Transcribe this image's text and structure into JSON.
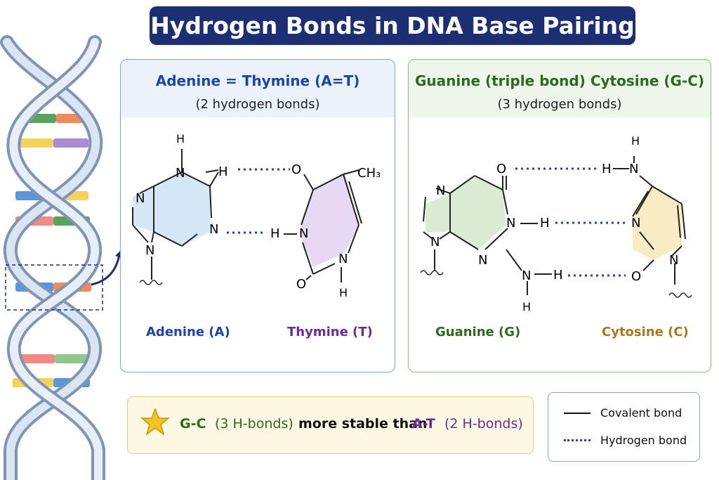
{
  "title": "Hydrogen Bonds in DNA Base Pairing",
  "panel_at": {
    "heading": "Adenine = Thymine (A=T)",
    "subheading": "(2 hydrogen bonds)",
    "label_left": "Adenine (A)",
    "label_right": "Thymine (T)"
  },
  "panel_gc": {
    "heading": "Guanine (triple bond) Cytosine (G-C)",
    "subheading": "(3 hydrogen bonds)",
    "label_left": "Guanine (G)",
    "label_right": "Cytosine (C)"
  },
  "atoms": {
    "H": "H",
    "N": "N",
    "O": "O",
    "CH3": "CH₃"
  },
  "note": {
    "gc": "G-C",
    "gc_count": "(3 H-bonds)",
    "middle": "more stable than",
    "at": "A-T",
    "at_count": "(2 H-bonds)"
  },
  "legend": {
    "covalent": "Covalent bond",
    "hydrogen": "Hydrogen bond"
  },
  "colors": {
    "banner": "#1c2f73",
    "adenine": "#1f44a8",
    "thymine": "#6a2b96",
    "guanine": "#2d6a1f",
    "cytosine": "#a9781a",
    "hbond": "#2442a8",
    "adenine_fill": "#d5e6f7",
    "thymine_fill": "#e6d9f3",
    "guanine_fill": "#dcebd3",
    "cytosine_fill": "#f9ecc4",
    "star": "#f6c325"
  },
  "icons": [
    "dna-helix-icon",
    "star-icon",
    "arrow-icon"
  ]
}
